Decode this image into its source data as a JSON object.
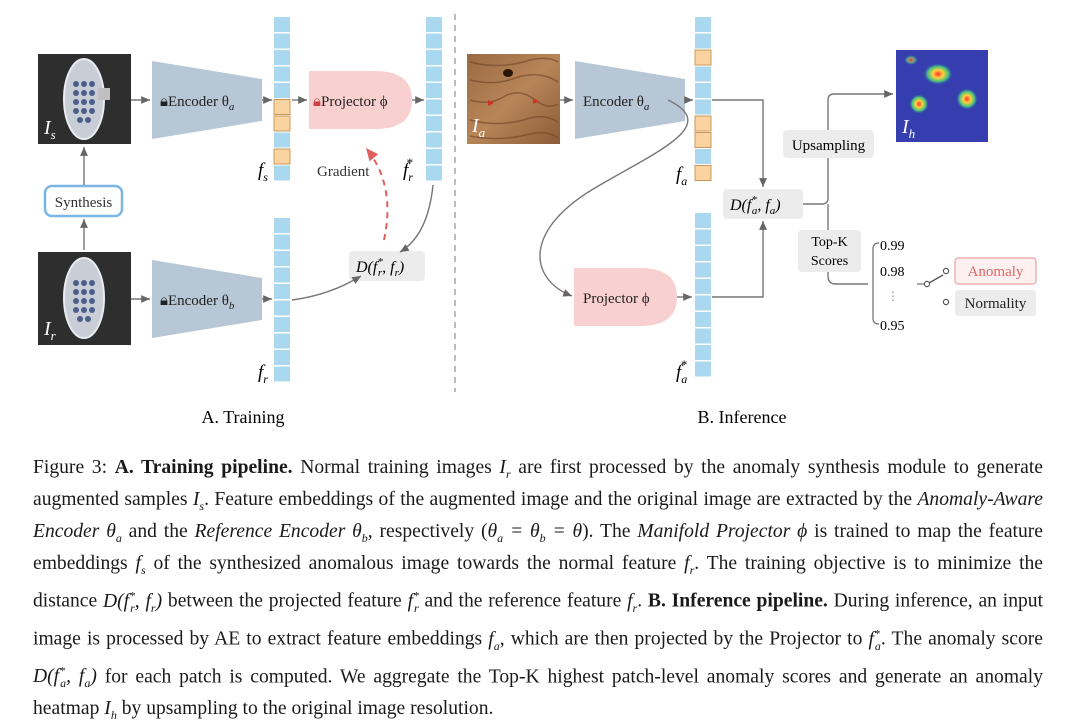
{
  "training": {
    "section_label": "A. Training",
    "img_s_label": "I",
    "img_s_sub": "s",
    "img_r_label": "I",
    "img_r_sub": "r",
    "synthesis_label": "Synthesis",
    "encoder_a_label": "Encoder θ",
    "encoder_a_sub": "a",
    "encoder_b_label": "Encoder θ",
    "encoder_b_sub": "b",
    "projector_label": "Projector ϕ",
    "fs_label": "f",
    "fs_sub": "s",
    "fr_label": "f",
    "fr_sub": "r",
    "fr_star_label": "f",
    "fr_star_sub": "r",
    "fr_star_sup": "*",
    "gradient_label": "Gradient",
    "distance_label": "D(f",
    "distance_mid": ", f",
    "distance_end": ")"
  },
  "inference": {
    "section_label": "B. Inference",
    "img_a_label": "I",
    "img_a_sub": "a",
    "img_h_label": "I",
    "img_h_sub": "h",
    "encoder_a_label": "Encoder θ",
    "encoder_a_sub": "a",
    "projector_label": "Projector ϕ",
    "fa_label": "f",
    "fa_sub": "a",
    "fa_star_label": "f",
    "fa_star_sub": "a",
    "fa_star_sup": "*",
    "distance_label": "D(f",
    "distance_mid": ", f",
    "distance_end": ")",
    "upsampling_label": "Upsampling",
    "topk_label_1": "Top-K",
    "topk_label_2": "Scores",
    "scores": [
      "0.99",
      "0.98",
      "⋮",
      "0.95"
    ],
    "anomaly_label": "Anomaly",
    "normality_label": "Normality"
  },
  "colors": {
    "encoder_fill": "#b7c7d6",
    "projector_fill": "#f8d0d0",
    "feature_cell": "#aad8ee",
    "patch_cell": "#fbd3a0",
    "synthesis_border": "#7bb6e4",
    "anomaly_text": "#e06666",
    "gradient_arrow": "#e06060"
  },
  "caption": {
    "figure_label": "Figure 3:",
    "part_a_title": "A. Training pipeline.",
    "t1": "Normal training images",
    "t2": "are first processed by the anomaly synthesis module to generate augmented samples",
    "t3": ". Feature embeddings of the augmented image and the original image are extracted by the",
    "anomaly_aware_encoder": "Anomaly-Aware Encoder",
    "t4": "and the",
    "reference_encoder": "Reference Encoder",
    "t5": ", respectively (",
    "t6": "). The",
    "manifold_projector": "Manifold Projector",
    "t7": "is trained to map the feature embeddings",
    "t8": "of the synthesized anomalous image towards the normal feature",
    "t9": ". The training objective is to minimize the distance",
    "t10": "between the projected feature",
    "t11": "and the reference feature",
    "part_b_title": "B. Inference pipeline.",
    "t12": "During inference, an input image is processed by AE to extract feature embeddings",
    "t13": ", which are then projected by the Projector to",
    "t14": ". The anomaly score",
    "t15": "for each patch is computed. We aggregate the Top-K highest patch-level anomaly scores and generate an anomaly heatmap",
    "t16": "by upsampling to the original image resolution."
  }
}
